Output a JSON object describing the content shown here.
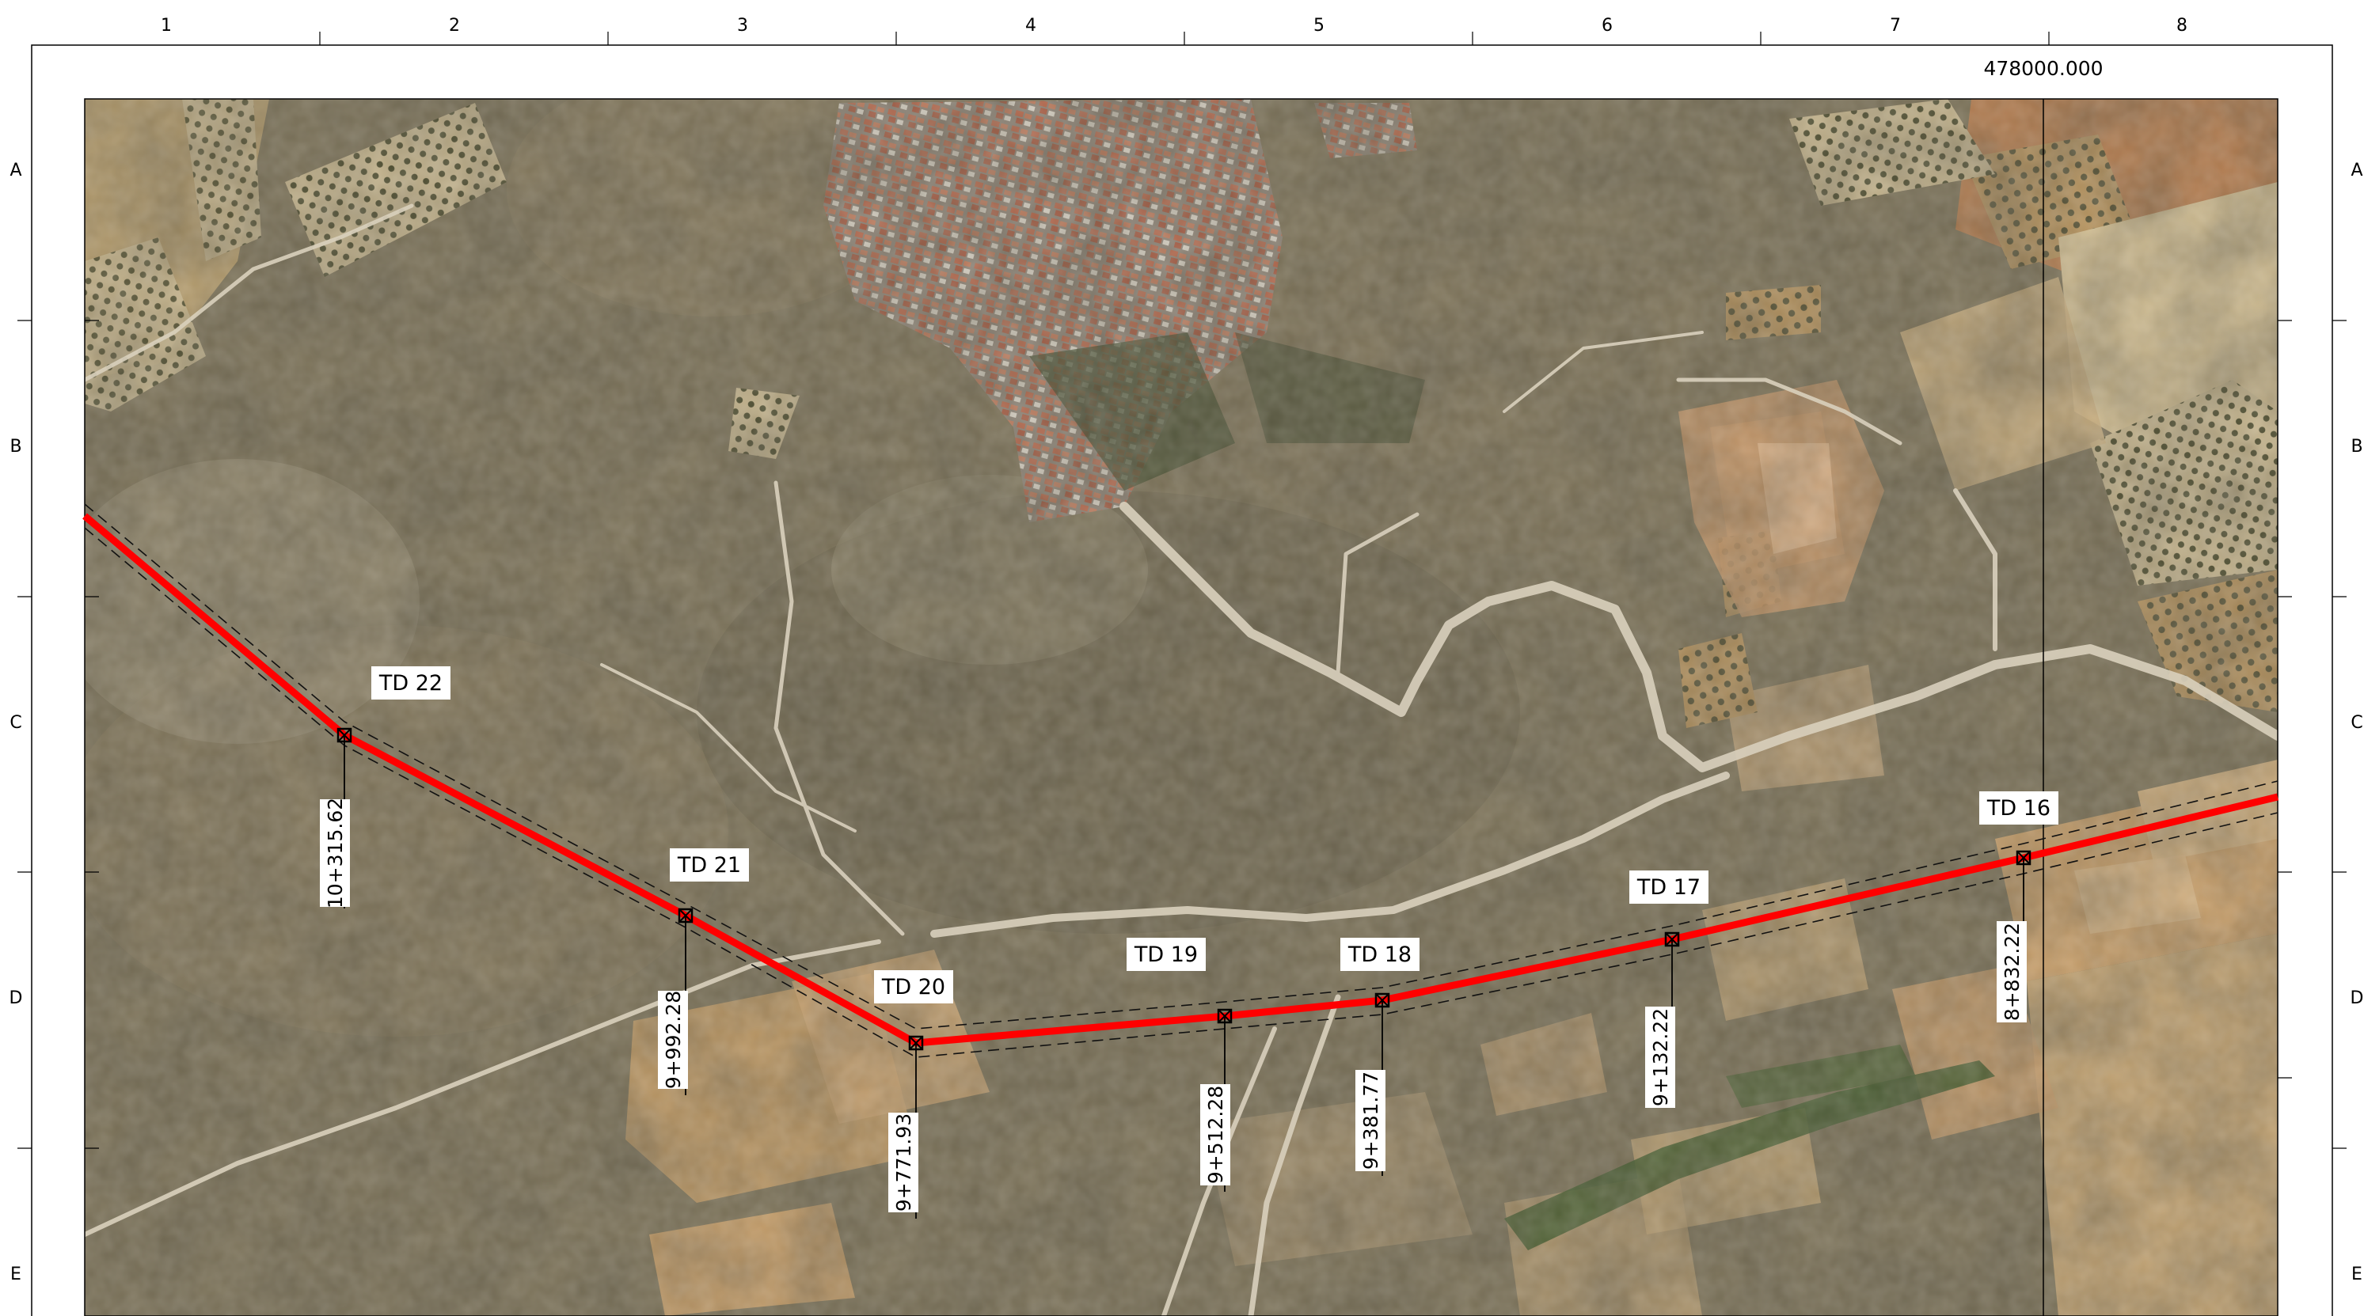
{
  "sheet": {
    "columns": [
      "1",
      "2",
      "3",
      "4",
      "5",
      "6",
      "7",
      "8"
    ],
    "rows": [
      "A",
      "B",
      "C",
      "D",
      "E"
    ],
    "coordinate_label": "478000.000"
  },
  "colors": {
    "route": "#ff0000",
    "label_bg": "#ffffff",
    "label_text": "#000000",
    "frame": "#000000",
    "terrain": "#7c7258",
    "town_roof": "#b7674c",
    "road": "#d9d0bd"
  },
  "towers": [
    {
      "id": "TD 22",
      "chainage": "10+315.62"
    },
    {
      "id": "TD 21",
      "chainage": "9+992.28"
    },
    {
      "id": "TD 20",
      "chainage": "9+771.93"
    },
    {
      "id": "TD 19",
      "chainage": "9+512.28"
    },
    {
      "id": "TD 18",
      "chainage": "9+381.77"
    },
    {
      "id": "TD 17",
      "chainage": "9+132.22"
    },
    {
      "id": "TD 16",
      "chainage": "8+832.22"
    }
  ]
}
